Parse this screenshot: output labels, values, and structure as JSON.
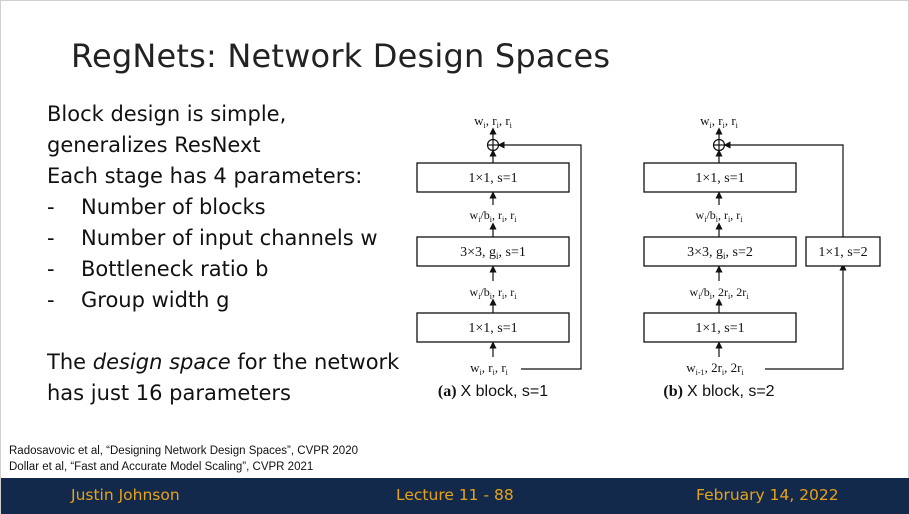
{
  "slide": {
    "title": "RegNets: Network Design Spaces",
    "body": {
      "line1": "Block design is simple,",
      "line2": "generalizes ResNext",
      "line3": "Each stage has 4 parameters:",
      "bullets": [
        "Number of blocks",
        "Number of input channels w",
        "Bottleneck ratio b",
        "Group width g"
      ],
      "design_prefix": "The ",
      "design_em": "design space",
      "design_suffix": " for the network",
      "design_line2": "has just 16 parameters"
    },
    "references": [
      "Radosavovic et al, “Designing Network Design Spaces”, CVPR 2020",
      "Dollar et al, “Fast and Accurate Model Scaling”, CVPR 2021"
    ],
    "footer": {
      "author": "Justin Johnson",
      "lecture": "Lecture 11 - 88",
      "date": "February 14, 2022"
    }
  },
  "diagram": {
    "block_a": {
      "top_label": "w, r, r",
      "top_subscripts": [
        "i",
        "i",
        "i"
      ],
      "box_top": "1×1, s=1",
      "mid_label_top": "w/b, r, r",
      "box_mid": "3×3, g, s=1",
      "mid_label_bottom": "w/b, r, r",
      "box_bottom": "1×1, s=1",
      "input_label": "w, r, r",
      "caption_prefix": "(a)",
      "caption": "X block, s=1"
    },
    "block_b": {
      "top_label": "w, r, r",
      "box_top": "1×1, s=1",
      "mid_label_top": "w/b, r, r",
      "box_mid": "3×3, g, s=2",
      "mid_label_bottom": "w/b, 2r, 2r",
      "box_bottom": "1×1, s=1",
      "input_label": "w, 2r, 2r",
      "shortcut_box": "1×1, s=2",
      "caption_prefix": "(b)",
      "caption": "X block, s=2"
    }
  }
}
